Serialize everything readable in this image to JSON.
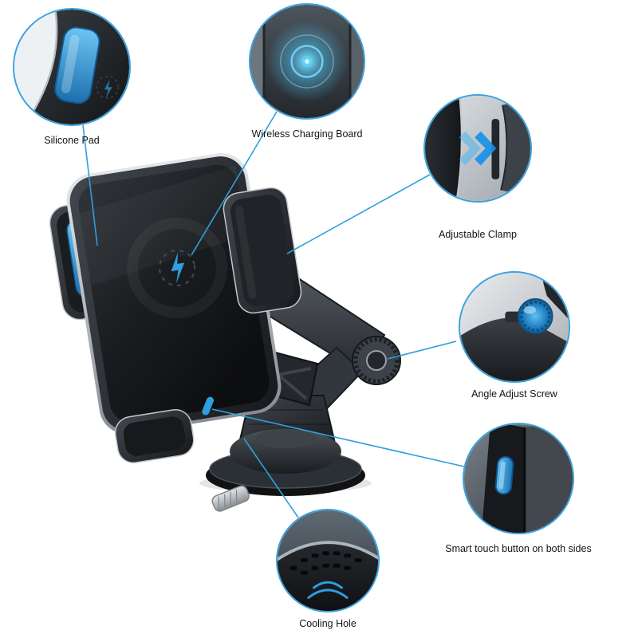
{
  "colors": {
    "accent_blue": "#2e9fe0",
    "glow_blue": "#54d4ff",
    "pad_blue": "#2f86c4",
    "background": "#ffffff"
  },
  "callouts": [
    {
      "id": "silicone-pad",
      "label": "Silicone Pad"
    },
    {
      "id": "wireless-charging-board",
      "label": "Wireless Charging Board"
    },
    {
      "id": "adjustable-clamp",
      "label": "Adjustable Clamp"
    },
    {
      "id": "angle-adjust-screw",
      "label": "Angle Adjust Screw"
    },
    {
      "id": "smart-touch-button",
      "label": "Smart touch button on both sides"
    },
    {
      "id": "cooling-hole",
      "label": "Cooling Hole"
    }
  ]
}
